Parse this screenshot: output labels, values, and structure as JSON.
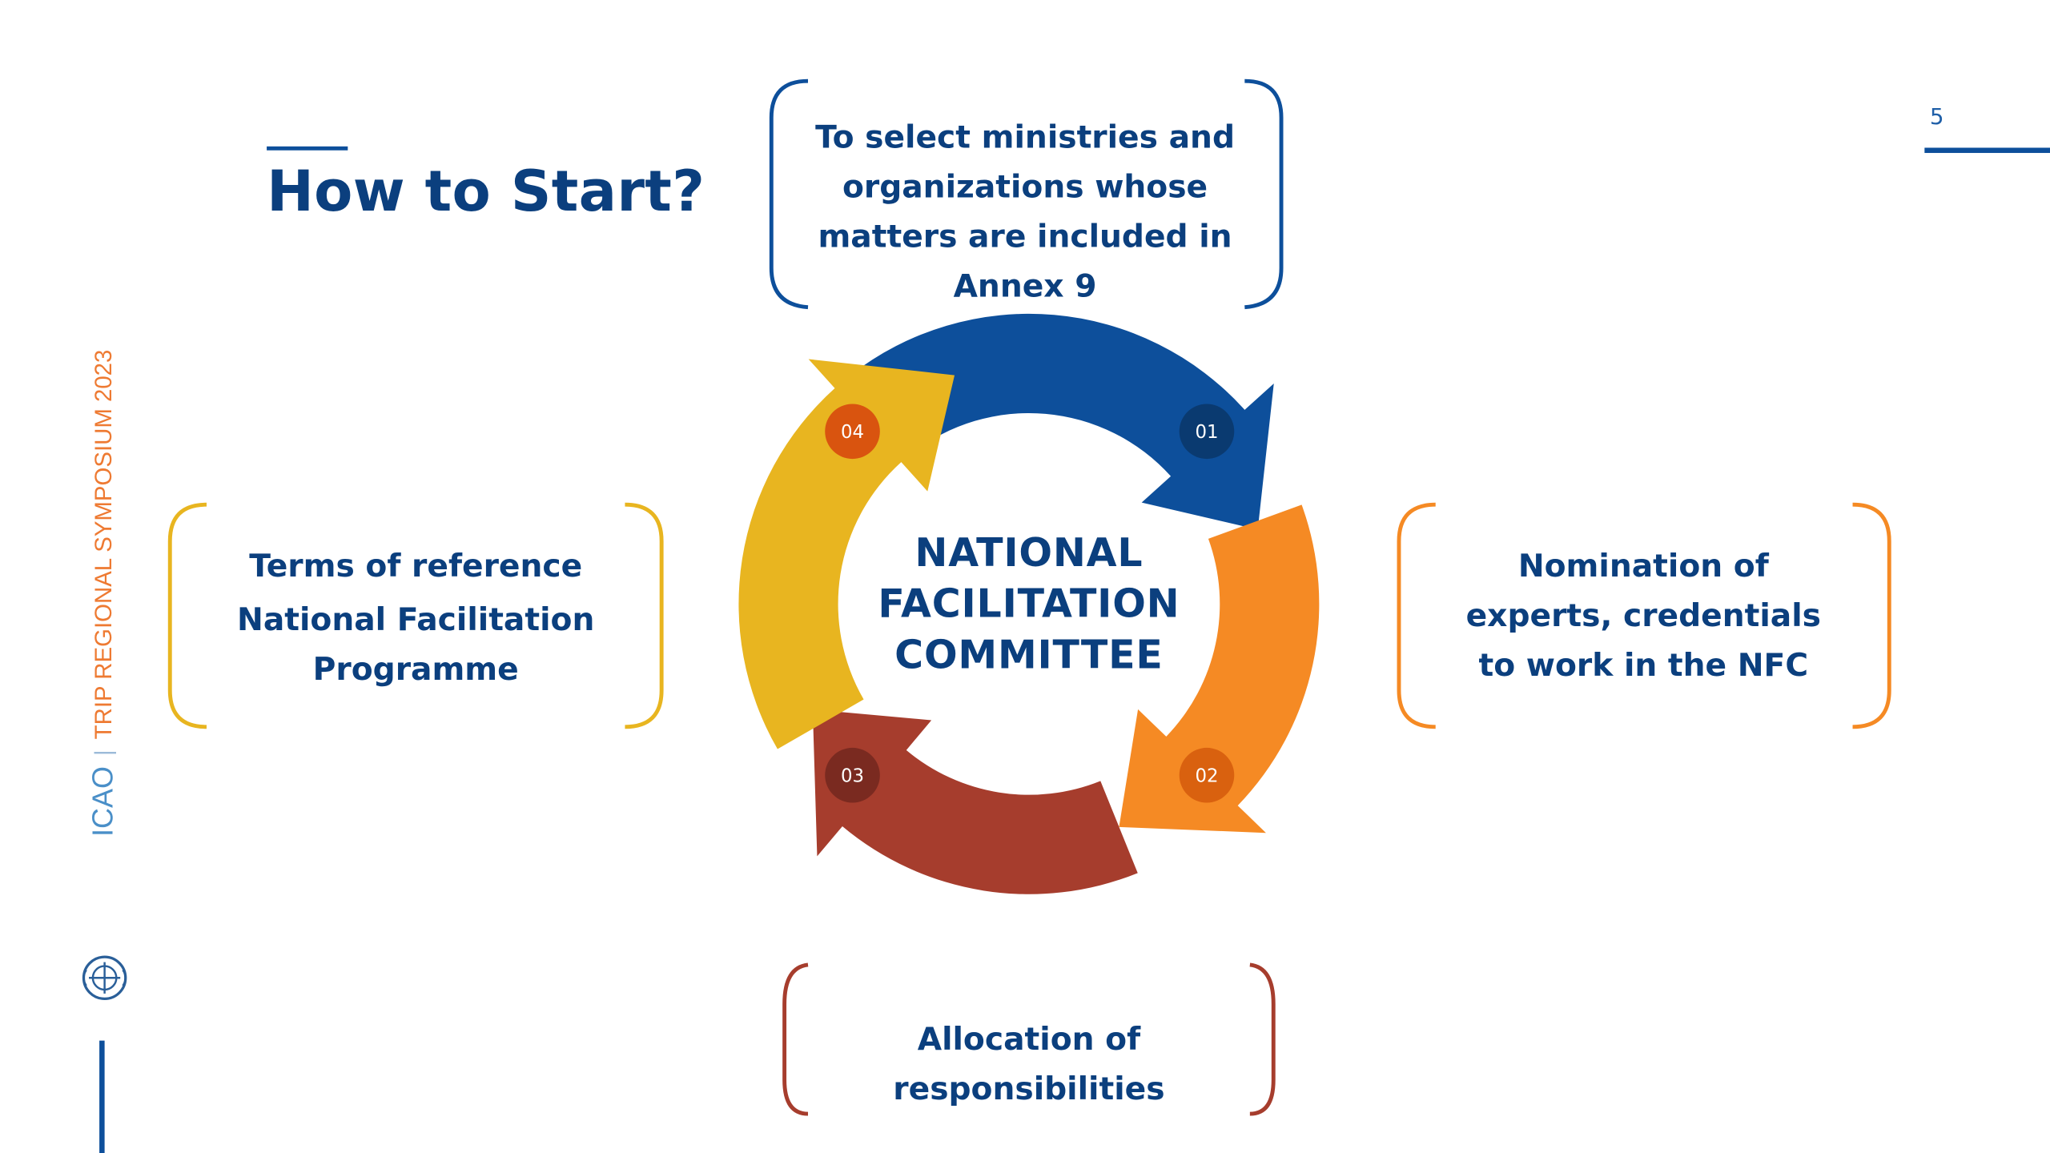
{
  "slide": {
    "title": "How to Start?",
    "page_number": "5",
    "sidebar": {
      "event": "TRIP REGIONAL SYMPOSIUM 2023",
      "org": "ICAO"
    }
  },
  "diagram": {
    "center_label_lines": [
      "NATIONAL",
      "FACILITATION",
      "COMMITTEE"
    ],
    "steps": [
      {
        "number": "01",
        "color": "#0d4f9b"
      },
      {
        "number": "02",
        "color": "#f58a24"
      },
      {
        "number": "03",
        "color": "#a63d2d"
      },
      {
        "number": "04",
        "color": "#e8b520"
      }
    ],
    "boxes": {
      "top": {
        "lines": [
          "To select ministries and",
          "organizations whose",
          "matters are included in",
          "Annex 9"
        ],
        "color": "#0d4f9b"
      },
      "right": {
        "lines": [
          "Nomination of",
          "experts, credentials",
          "to work in the NFC"
        ],
        "color": "#f58a24"
      },
      "bottom": {
        "lines": [
          "Allocation of",
          "responsibilities"
        ],
        "color": "#a63d2d"
      },
      "left": {
        "lines": [
          "Terms of reference",
          "National Facilitation",
          "Programme"
        ],
        "color": "#e8b520"
      }
    }
  }
}
